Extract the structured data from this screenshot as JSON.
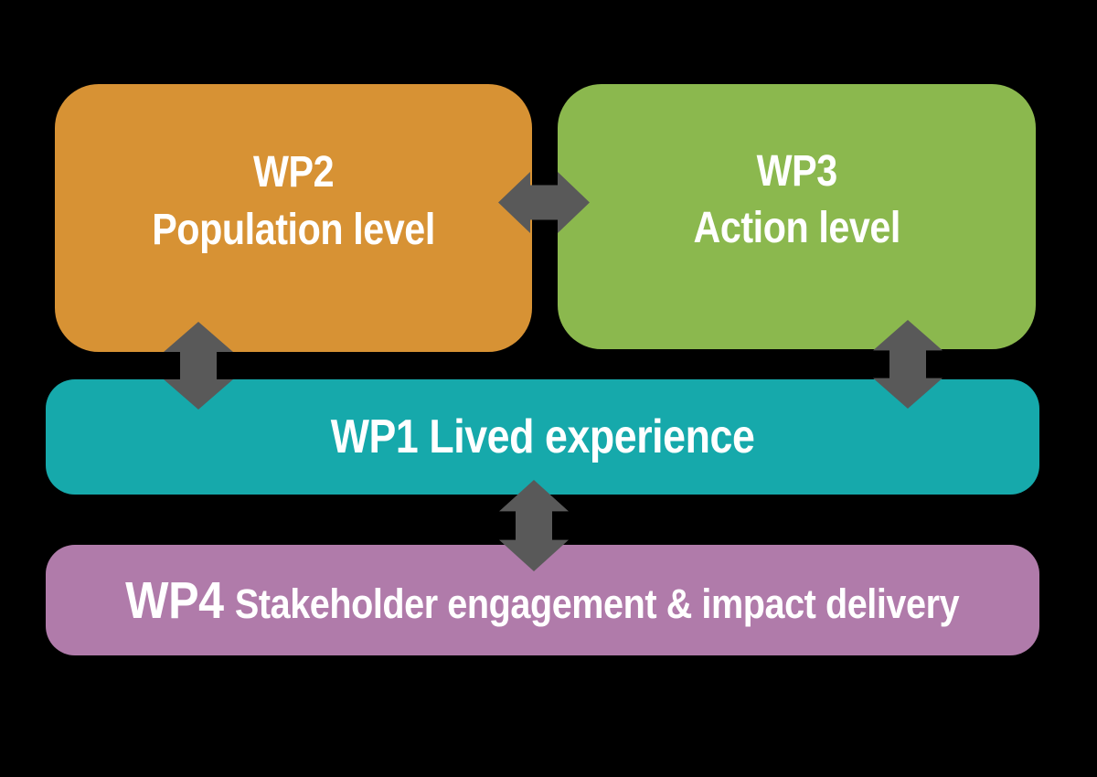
{
  "canvas": {
    "background_color": "#000000",
    "text_color": "#ffffff"
  },
  "boxes": {
    "wp2": {
      "line1": "WP2",
      "line2": "Population level",
      "color": "#D79234"
    },
    "wp3": {
      "line1": "WP3",
      "line2": "Action level",
      "color": "#8BB84E"
    },
    "wp1": {
      "label": "WP1 Lived experience",
      "color": "#16A9AB"
    },
    "wp4": {
      "prefix": "WP4",
      "rest": "Stakeholder engagement & impact delivery",
      "color": "#B07BAA"
    }
  },
  "arrows": {
    "color": "#595959",
    "connections": [
      {
        "from": "WP2",
        "to": "WP3",
        "direction": "horizontal-double"
      },
      {
        "from": "WP2",
        "to": "WP1",
        "direction": "vertical-double"
      },
      {
        "from": "WP3",
        "to": "WP1",
        "direction": "vertical-double"
      },
      {
        "from": "WP1",
        "to": "WP4",
        "direction": "vertical-double"
      }
    ]
  }
}
